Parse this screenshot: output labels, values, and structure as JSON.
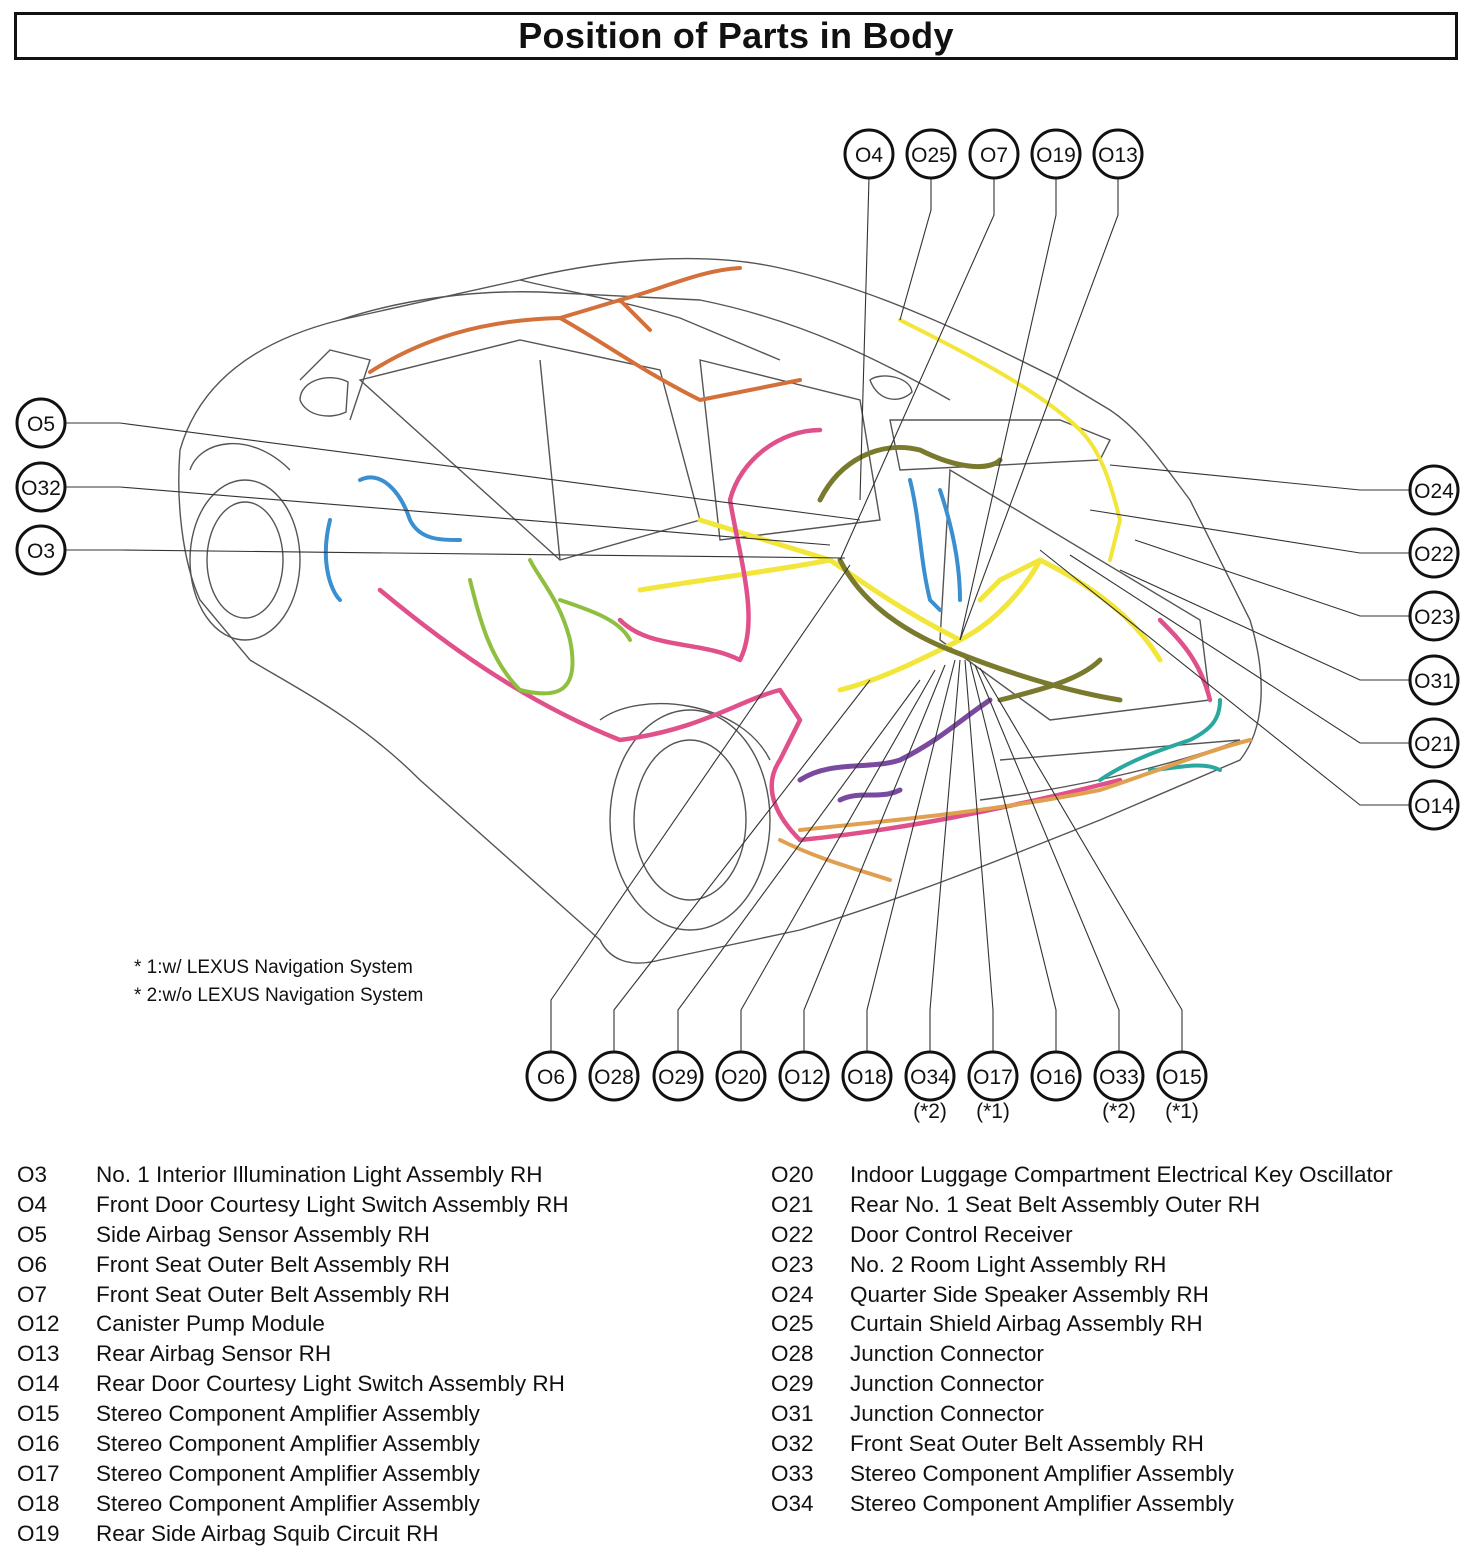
{
  "title": "Position of Parts in Body",
  "notes": [
    "* 1:w/ LEXUS Navigation System",
    "* 2:w/o LEXUS Navigation System"
  ],
  "callouts": {
    "top": [
      "O4",
      "O25",
      "O7",
      "O19",
      "O13"
    ],
    "left": [
      "O5",
      "O32",
      "O3"
    ],
    "right": [
      "O24",
      "O22",
      "O23",
      "O31",
      "O21",
      "O14"
    ],
    "bottom": [
      "O6",
      "O28",
      "O29",
      "O20",
      "O12",
      "O18",
      "O34",
      "O17",
      "O16",
      "O33",
      "O15"
    ],
    "bottom_notes": {
      "O34": "(*2)",
      "O17": "(*1)",
      "O33": "(*2)",
      "O15": "(*1)"
    }
  },
  "legend_left": [
    {
      "code": "O3",
      "name": "No. 1 Interior Illumination Light Assembly RH"
    },
    {
      "code": "O4",
      "name": "Front Door Courtesy Light Switch Assembly RH"
    },
    {
      "code": "O5",
      "name": "Side Airbag Sensor Assembly RH"
    },
    {
      "code": "O6",
      "name": "Front Seat Outer Belt Assembly RH"
    },
    {
      "code": "O7",
      "name": "Front Seat Outer Belt Assembly RH"
    },
    {
      "code": "O12",
      "name": "Canister Pump Module"
    },
    {
      "code": "O13",
      "name": "Rear Airbag Sensor RH"
    },
    {
      "code": "O14",
      "name": "Rear Door Courtesy Light Switch Assembly RH"
    },
    {
      "code": "O15",
      "name": "Stereo Component Amplifier Assembly"
    },
    {
      "code": "O16",
      "name": "Stereo Component Amplifier Assembly"
    },
    {
      "code": "O17",
      "name": "Stereo Component Amplifier Assembly"
    },
    {
      "code": "O18",
      "name": "Stereo Component Amplifier Assembly"
    },
    {
      "code": "O19",
      "name": "Rear Side Airbag Squib Circuit RH"
    }
  ],
  "legend_right": [
    {
      "code": "O20",
      "name": "Indoor Luggage Compartment Electrical Key Oscillator"
    },
    {
      "code": "O21",
      "name": "Rear No. 1 Seat Belt Assembly Outer RH"
    },
    {
      "code": "O22",
      "name": "Door Control Receiver"
    },
    {
      "code": "O23",
      "name": "No. 2 Room Light Assembly RH"
    },
    {
      "code": "O24",
      "name": "Quarter Side Speaker Assembly RH"
    },
    {
      "code": "O25",
      "name": "Curtain Shield Airbag Assembly RH"
    },
    {
      "code": "O28",
      "name": "Junction Connector"
    },
    {
      "code": "O29",
      "name": "Junction Connector"
    },
    {
      "code": "O31",
      "name": "Junction Connector"
    },
    {
      "code": "O32",
      "name": "Front Seat Outer Belt Assembly RH"
    },
    {
      "code": "O33",
      "name": "Stereo Component Amplifier Assembly"
    },
    {
      "code": "O34",
      "name": "Stereo Component Amplifier Assembly"
    }
  ],
  "colors": {
    "harness_yellow": "#f2e63a",
    "harness_pink": "#e0508a",
    "harness_olive": "#7a7a2e",
    "harness_green": "#8fbf3f",
    "harness_blue": "#3a8fd0",
    "harness_orange": "#d4703a",
    "harness_purple": "#7a4aa0",
    "harness_teal": "#2aa8a0",
    "harness_tan": "#e0a050",
    "outline": "#555555"
  }
}
